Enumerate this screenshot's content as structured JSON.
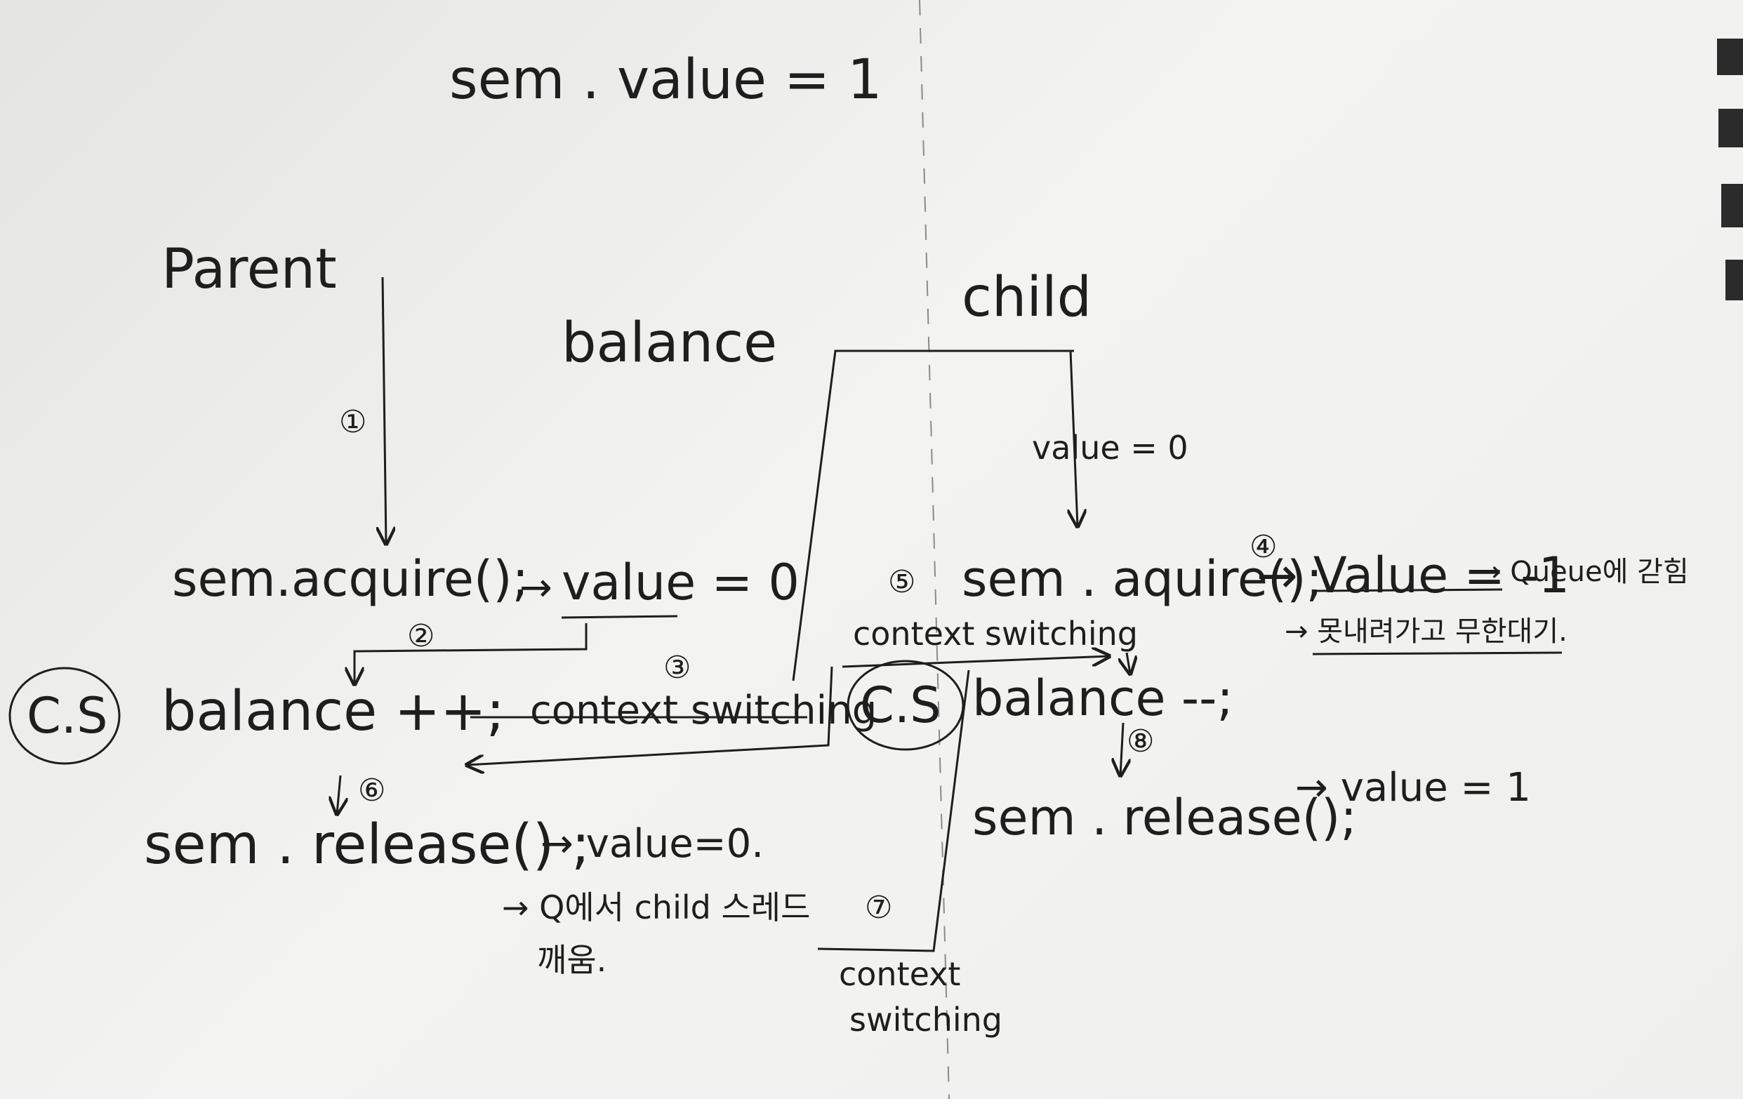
{
  "top": {
    "sem_init": "sem . value = 1"
  },
  "parent": {
    "title": "Parent",
    "step1": "①",
    "acquire": "sem.acquire();",
    "acquire_arrow": "→",
    "acquire_result": "value = 0",
    "step2": "②",
    "cs": "C.S",
    "increment": "balance ++;",
    "step3": "③",
    "context_switch": "context switching",
    "step6": "⑥",
    "release": "sem . release() ;",
    "release_result": "→ value=0.",
    "note_line1": "→ Q에서 child 스레드",
    "note_line2": "깨움."
  },
  "center": {
    "balance_label": "balance"
  },
  "child": {
    "title": "child",
    "value_label": "value = 0",
    "step5": "⑤",
    "acquire": "sem . aquire();",
    "step4": "④",
    "acquire_result": "→ Value = -1",
    "queue_note": "→ Queue에 갇힘",
    "wait_note": "→ 못내려가고 무한대기.",
    "context_switch_top": "context switching",
    "cs": "C.S",
    "decrement": "balance --;",
    "step8": "⑧",
    "release": "sem . release();",
    "release_result": "→ value = 1",
    "step7": "⑦",
    "context_switch_bottom_1": "context",
    "context_switch_bottom_2": "switching"
  },
  "colors": {
    "ink": "#1e1e1e",
    "paper": "#efefed"
  }
}
